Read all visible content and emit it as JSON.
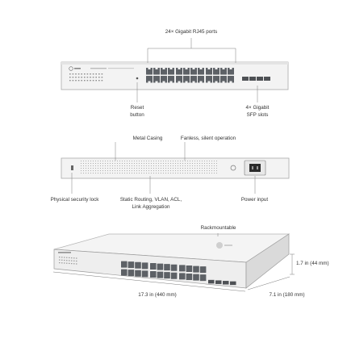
{
  "front": {
    "ports_label": "24× Gigabit RJ45 ports",
    "reset_label_1": "Reset",
    "reset_label_2": "button",
    "sfp_label_1": "4× Gigabit",
    "sfp_label_2": "SFP slots"
  },
  "rear": {
    "metal_label": "Metal Casing",
    "fanless_label": "Fanless, silent operation",
    "lock_label": "Physical security lock",
    "routing_label_1": "Static Routing, VLAN, ACL,",
    "routing_label_2": "Link Aggregation",
    "power_label": "Power input"
  },
  "iso": {
    "rack_label": "Rackmountable",
    "height_label": "1.7 in (44 mm)",
    "width_label": "17.3 in (440 mm)",
    "depth_label": "7.1 in (180 mm)"
  },
  "colors": {
    "chassis": "#f2f2f2",
    "outline": "#9a9a9a",
    "port": "#5d6166",
    "accent": "#ececec"
  }
}
